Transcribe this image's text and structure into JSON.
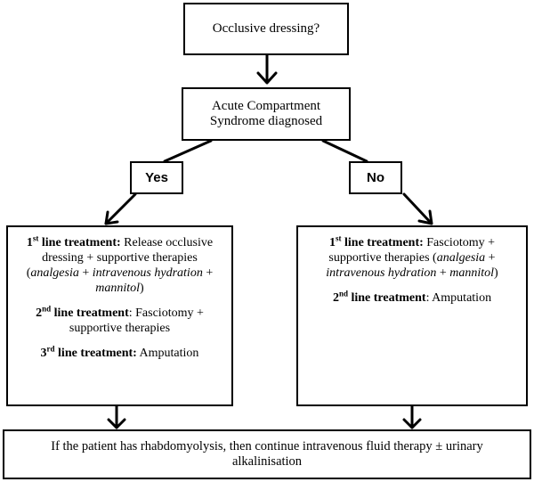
{
  "nodes": {
    "question": {
      "text": "Occlusive dressing?"
    },
    "diagnosis": {
      "line1": "Acute Compartment",
      "line2": "Syndrome diagnosed"
    },
    "yes": {
      "text": "Yes"
    },
    "no": {
      "text": "No"
    },
    "left": {
      "first": {
        "num": "1",
        "sup": "st",
        "label": " line treatment:",
        "text_a": " Release occlusive dressing + supportive therapies (",
        "analgesia": "analgesia",
        "plus1": " + ",
        "iv": "intravenous hydration",
        "plus2": " + ",
        "mannitol": "mannitol",
        "close": ")"
      },
      "second": {
        "num": "2",
        "sup": "nd",
        "label": " line treatment",
        "text": ": Fasciotomy + supportive therapies"
      },
      "third": {
        "num": "3",
        "sup": "rd",
        "label": " line treatment:",
        "text": " Amputation"
      }
    },
    "right": {
      "first": {
        "num": "1",
        "sup": "st",
        "label": " line treatment:",
        "text_a": " Fasciotomy + supportive therapies (",
        "analgesia": "analgesia",
        "plus1": " + ",
        "iv": "intravenous hydration",
        "plus2": " + ",
        "mannitol": "mannitol",
        "close": ")"
      },
      "second": {
        "num": "2",
        "sup": "nd",
        "label": " line treatment",
        "text": ": Amputation"
      }
    },
    "bottom": {
      "line1": "If the patient has rhabdomyolysis, then continue intravenous fluid therapy ± urinary",
      "line2": "alkalinisation"
    }
  }
}
